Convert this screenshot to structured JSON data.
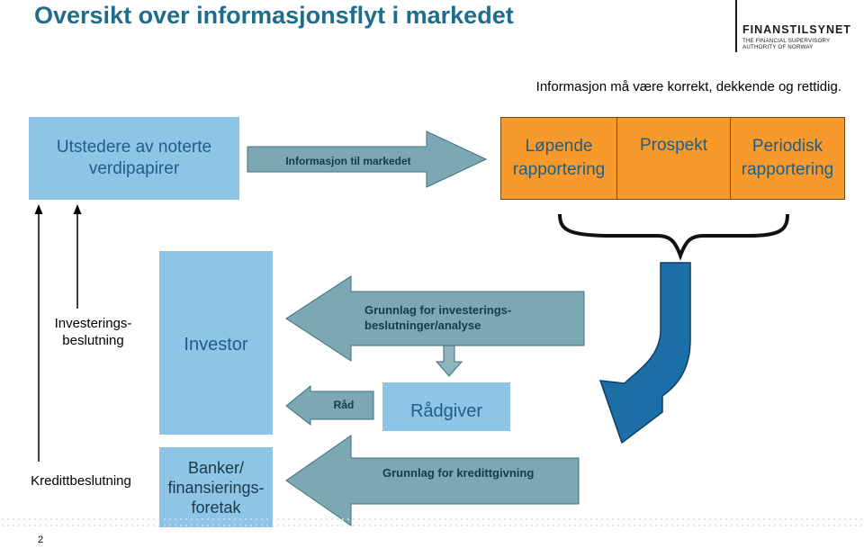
{
  "title": "Oversikt over informasjonsflyt i markedet",
  "logo": {
    "name": "FINANSTILSYNET",
    "line1": "THE FINANCIAL SUPERVISORY",
    "line2": "AUTHORITY OF NORWAY"
  },
  "note": "Informasjon må være korrekt, dekkende og rettidig.",
  "issuer": "Utstedere av noterte verdipapirer",
  "info_to_market": "Informasjon til markedet",
  "reporting": [
    "Løpende rapportering",
    "Prospekt",
    "Periodisk rapportering"
  ],
  "investment_decision": "Investerings-beslutning",
  "investor": "Investor",
  "analysis_basis": "Grunnlag for investerings-beslutninger/analyse",
  "advice": "Råd",
  "advisor": "Rådgiver",
  "credit_decision": "Kredittbeslutning",
  "banks": "Banker/ finansierings-foretak",
  "credit_basis": "Grunnlag for kredittgivning",
  "page_number": "2",
  "colors": {
    "title": "#1f6d8c",
    "blue_box": "#8ec4e6",
    "orange_box": "#f7992b",
    "gray_arrow": "#7ba8b3",
    "curved_arrow": "#1b6fa6"
  }
}
